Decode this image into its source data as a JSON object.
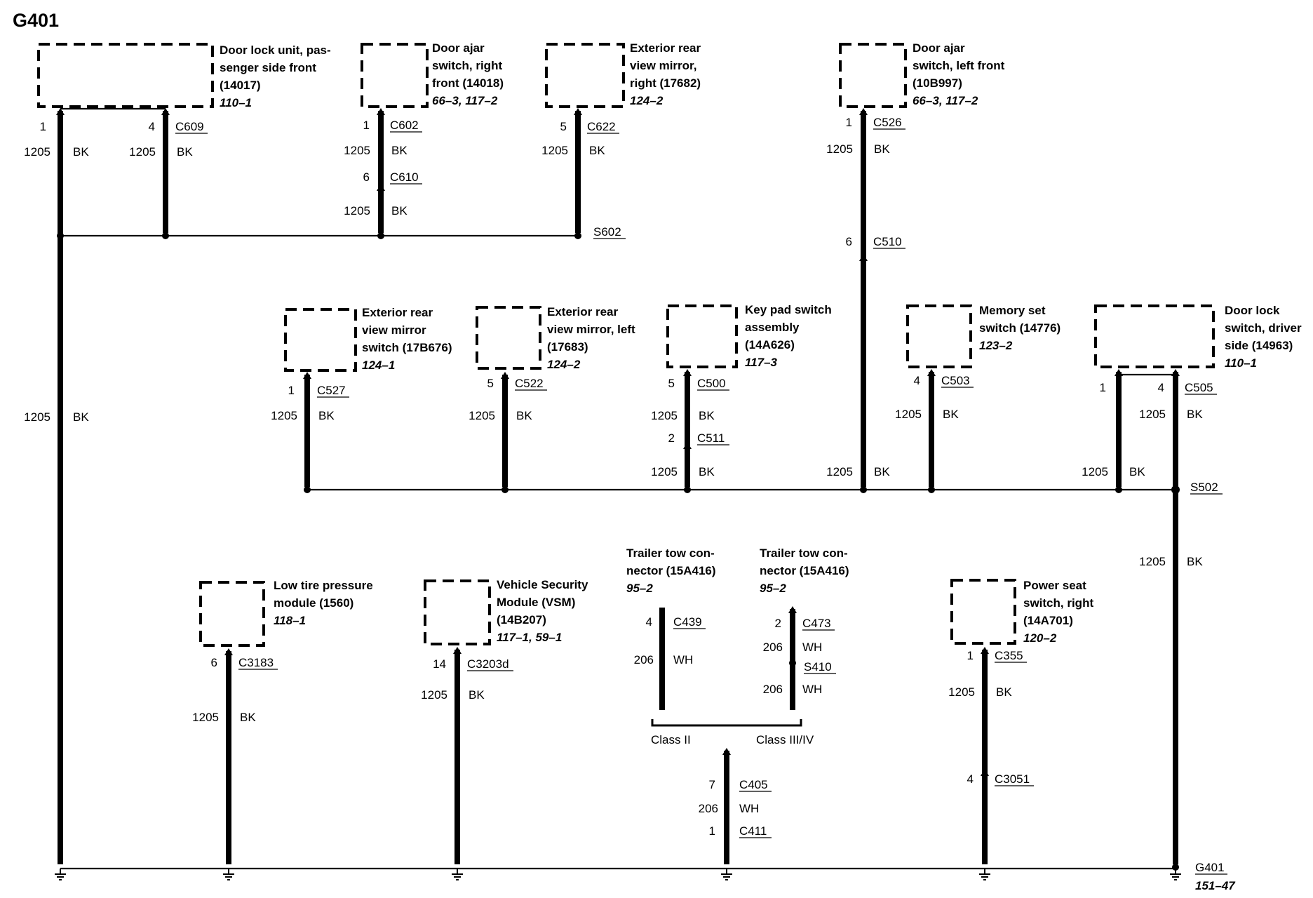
{
  "title": "G401",
  "components": [
    {
      "id": "dlu_pass",
      "lines": [
        "Door lock unit, pas-",
        "senger side front",
        "(14017)"
      ],
      "ref": "110–1"
    },
    {
      "id": "door_ajar_rf",
      "lines": [
        "Door ajar",
        "switch, right",
        "front (14018)"
      ],
      "ref": "66–3, 117–2"
    },
    {
      "id": "ext_mirror_r",
      "lines": [
        "Exterior rear",
        "view mirror,",
        "right (17682)"
      ],
      "ref": "124–2"
    },
    {
      "id": "door_ajar_lf",
      "lines": [
        "Door ajar",
        "switch, left front",
        "(10B997)"
      ],
      "ref": "66–3, 117–2"
    },
    {
      "id": "ext_mirror_sw",
      "lines": [
        "Exterior rear",
        "view mirror",
        "switch (17B676)"
      ],
      "ref": "124–1"
    },
    {
      "id": "ext_mirror_l",
      "lines": [
        "Exterior rear",
        "view mirror, left",
        "(17683)"
      ],
      "ref": "124–2"
    },
    {
      "id": "keypad",
      "lines": [
        "Key pad switch",
        "assembly",
        "(14A626)"
      ],
      "ref": "117–3"
    },
    {
      "id": "memory",
      "lines": [
        "Memory set",
        "switch (14776)"
      ],
      "ref": "123–2"
    },
    {
      "id": "dls_driver",
      "lines": [
        "Door lock",
        "switch, driver",
        "side (14963)"
      ],
      "ref": "110–1"
    },
    {
      "id": "ltpm",
      "lines": [
        "Low tire pressure",
        "module (1560)"
      ],
      "ref": "118–1"
    },
    {
      "id": "vsm",
      "lines": [
        "Vehicle Security",
        "Module (VSM)",
        "(14B207)"
      ],
      "ref": "117–1, 59–1"
    },
    {
      "id": "tt2",
      "lines": [
        "Trailer tow con-",
        "nector (15A416)"
      ],
      "ref": "95–2"
    },
    {
      "id": "tt34",
      "lines": [
        "Trailer tow con-",
        "nector (15A416)"
      ],
      "ref": "95–2"
    },
    {
      "id": "pss",
      "lines": [
        "Power seat",
        "switch, right",
        "(14A701)"
      ],
      "ref": "120–2"
    }
  ],
  "pins": [
    "1",
    "4",
    "1",
    "6",
    "5",
    "1",
    "6",
    "1",
    "5",
    "5",
    "2",
    "4",
    "1",
    "4",
    "6",
    "14",
    "4",
    "2",
    "1",
    "7",
    "1",
    "4"
  ],
  "connectors": [
    "C609",
    "C602",
    "C610",
    "C622",
    "C526",
    "C510",
    "C527",
    "C522",
    "C500",
    "C511",
    "C503",
    "C505",
    "C3183",
    "C3203d",
    "C439",
    "C473",
    "C355",
    "C405",
    "C411",
    "C3051"
  ],
  "splices": [
    "S602",
    "S502",
    "S410"
  ],
  "wires": [
    {
      "circuit": "1205",
      "color": "BK"
    },
    {
      "circuit": "206",
      "color": "WH"
    }
  ],
  "class_labels": [
    "Class II",
    "Class III/IV"
  ],
  "ground": {
    "label": "G401",
    "ref": "151–47"
  }
}
